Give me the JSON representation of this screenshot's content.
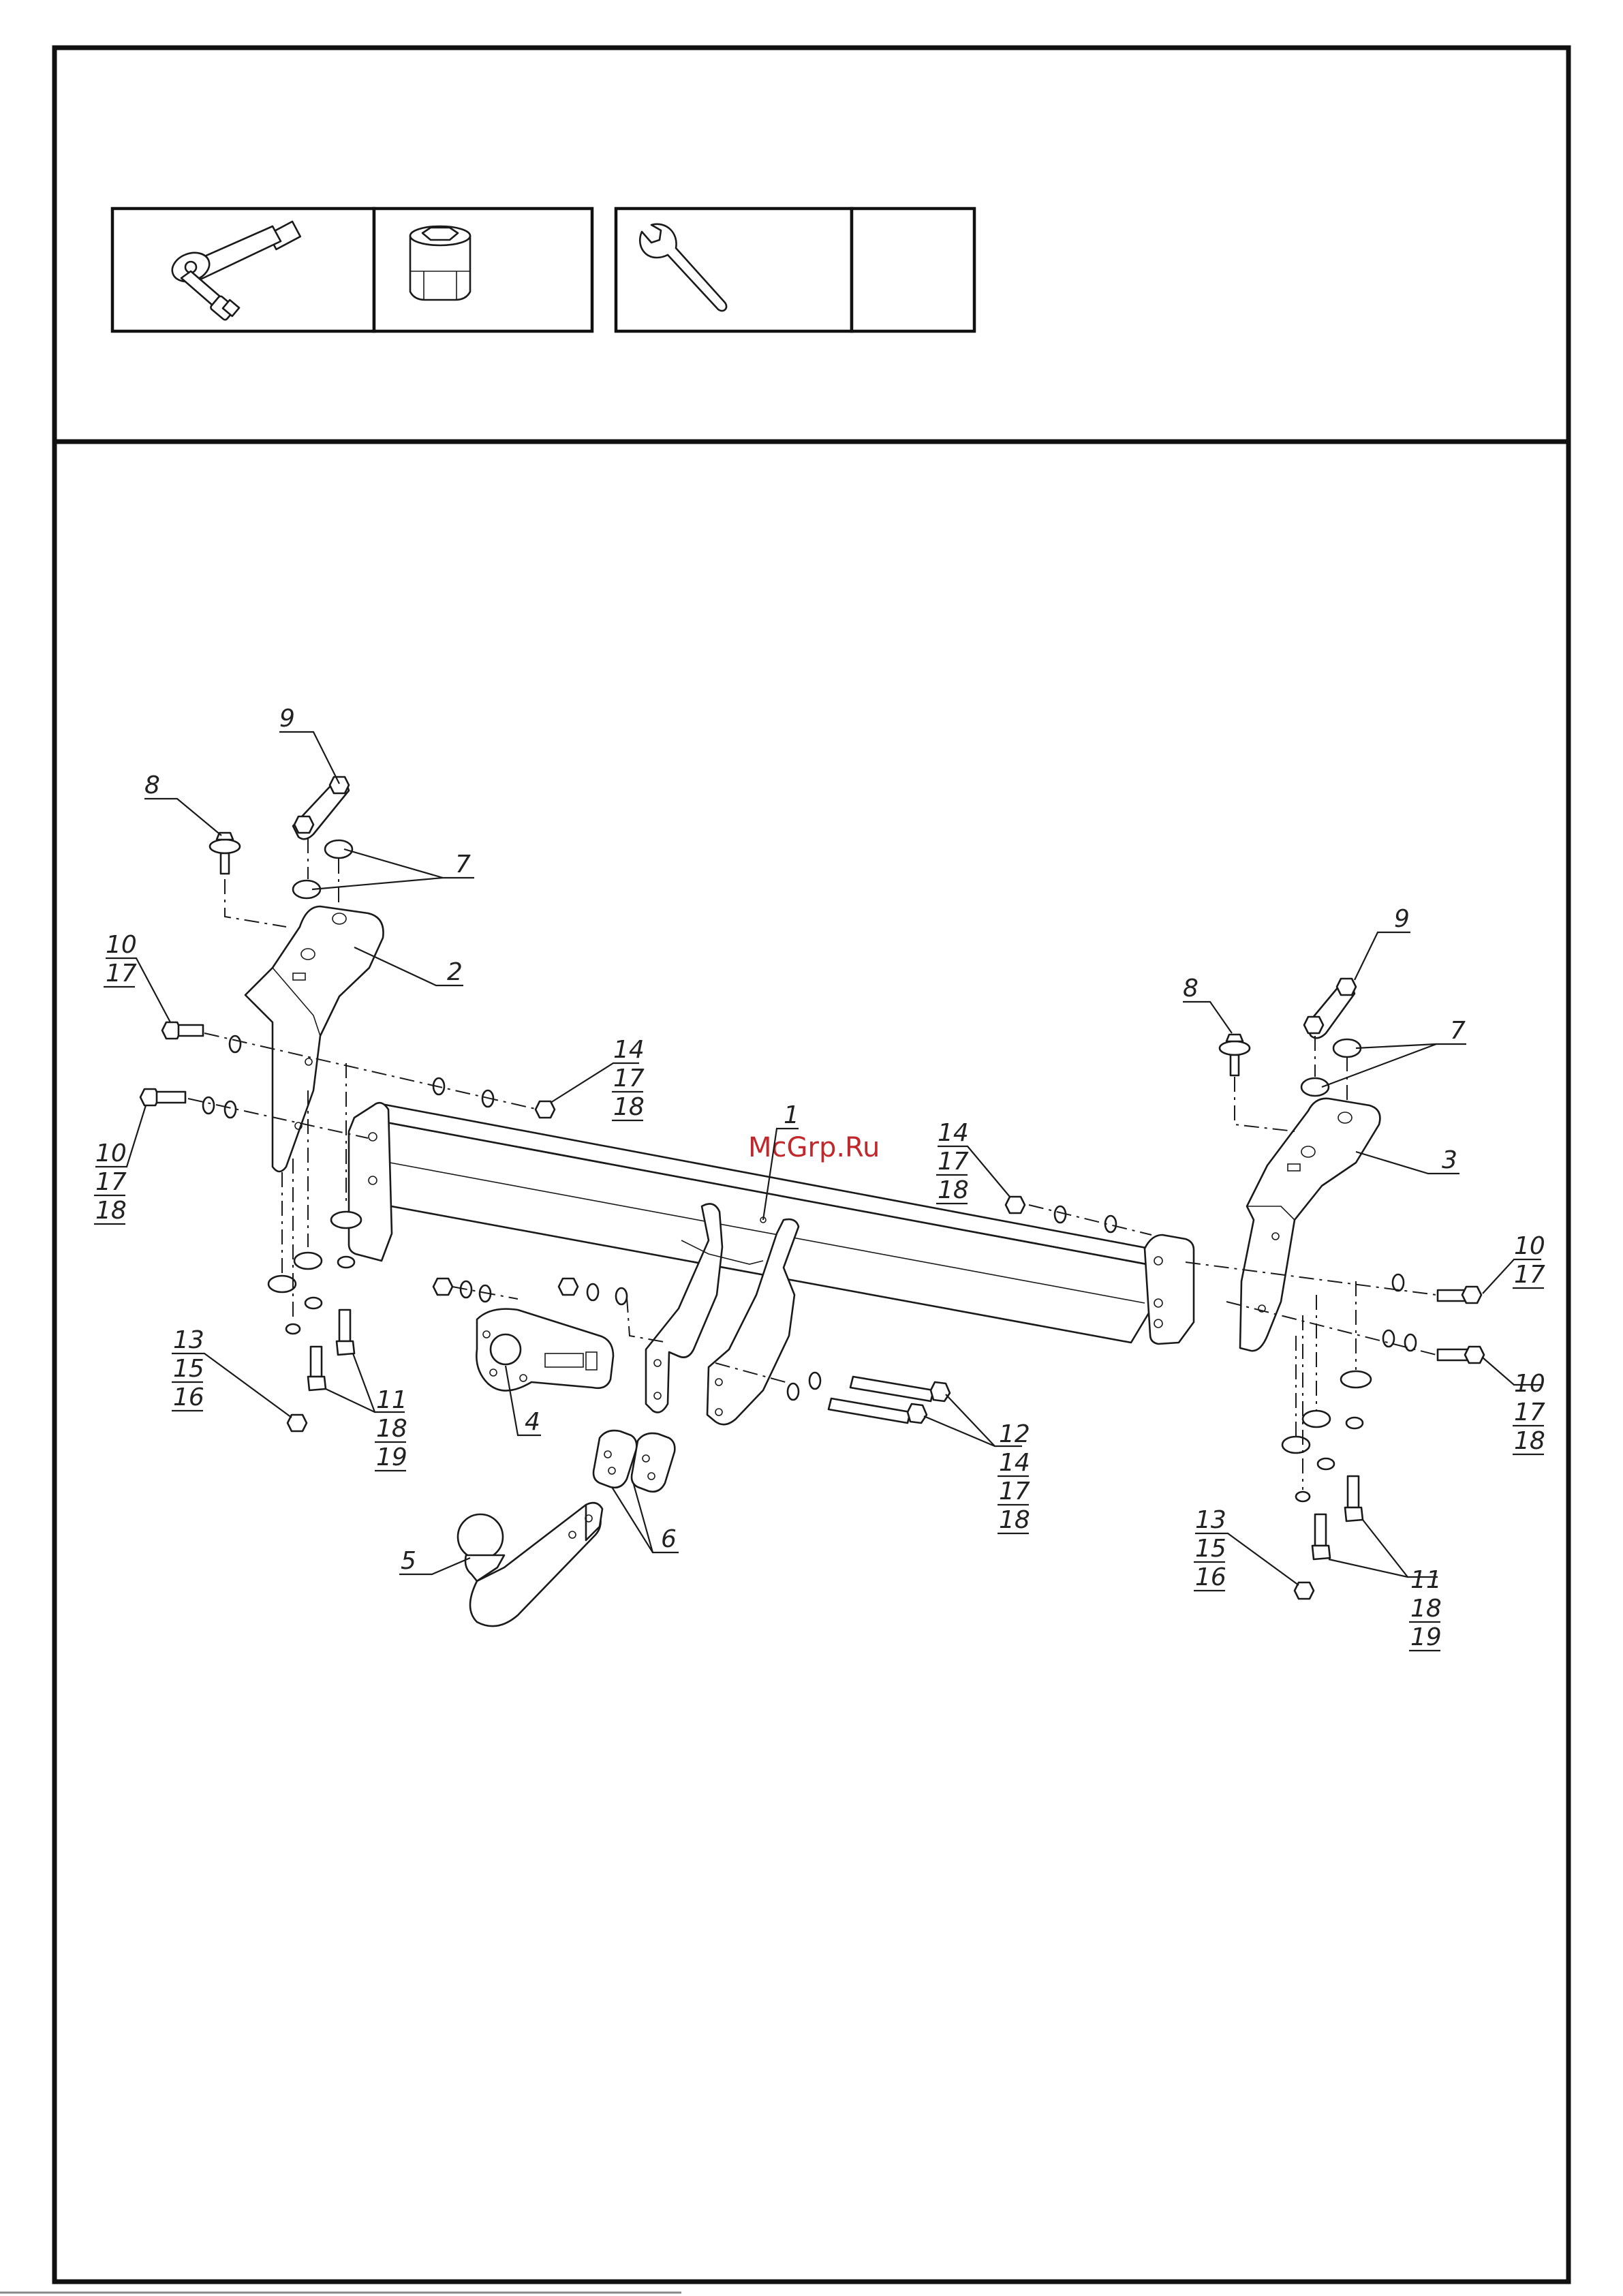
{
  "watermark": "McGrp.Ru",
  "tools": {
    "ratchet_icon": "ratchet-wrench-icon",
    "socket_icon": "socket-head-icon",
    "wrench_icon": "open-end-wrench-icon"
  },
  "labels": {
    "p1": "1",
    "p2": "2",
    "p3": "3",
    "p4": "4",
    "p5": "5",
    "p6": "6",
    "p7_left": "7",
    "p7_right": "7",
    "p8_left": "8",
    "p8_right": "8",
    "p9_left": "9",
    "p9_right": "9",
    "g10_left_top": [
      "10",
      "17"
    ],
    "g10_left_bottom": [
      "10",
      "17",
      "18"
    ],
    "g10_right_top": [
      "10",
      "17"
    ],
    "g10_right_bottom": [
      "10",
      "17",
      "18"
    ],
    "g11_left": [
      "11",
      "18",
      "19"
    ],
    "g11_right": [
      "11",
      "18",
      "19"
    ],
    "g12": [
      "12",
      "14",
      "17",
      "18"
    ],
    "g13_left": [
      "13",
      "15",
      "16"
    ],
    "g13_right": [
      "13",
      "15",
      "16"
    ],
    "g14_left": [
      "14",
      "17",
      "18"
    ],
    "g14_right": [
      "14",
      "17",
      "18"
    ]
  }
}
